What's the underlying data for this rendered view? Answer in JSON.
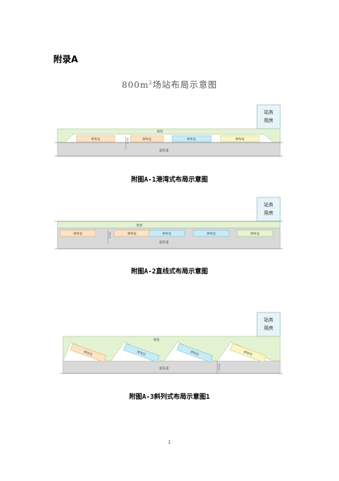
{
  "appendix_heading": "附录A",
  "diagram_title": {
    "main": "800m",
    "sup": "2",
    "rest": "场站布局示意图"
  },
  "labels": {
    "station_building_line1": "站务",
    "station_building_line2": "用房",
    "platform": "站台",
    "lane": "超车道",
    "lane_width": "3.5m"
  },
  "figures": [
    {
      "caption": "附图A-1港湾式布局示意图",
      "bays": [
        "停车位",
        "停车位",
        "停车位",
        "停车位"
      ]
    },
    {
      "caption": "附图A-2直线式布局示意图",
      "bays": [
        "停车位",
        "停车位",
        "停车位",
        "停车位",
        "停车位"
      ]
    },
    {
      "caption": "附图A-3斜列式布局示意图1",
      "bays": [
        "停车位",
        "停车位",
        "停车位",
        "停车位"
      ]
    }
  ],
  "colors": {
    "platform": "#e3f2d0",
    "lane": "#d9d9d9",
    "building": "#e6f4f8",
    "bay_orange": "#fde3c2",
    "bay_blue": "#c7ecf6",
    "bay_green": "#e7f5cf",
    "bay_yellow": "#fbf6c6"
  },
  "page_number": "1"
}
